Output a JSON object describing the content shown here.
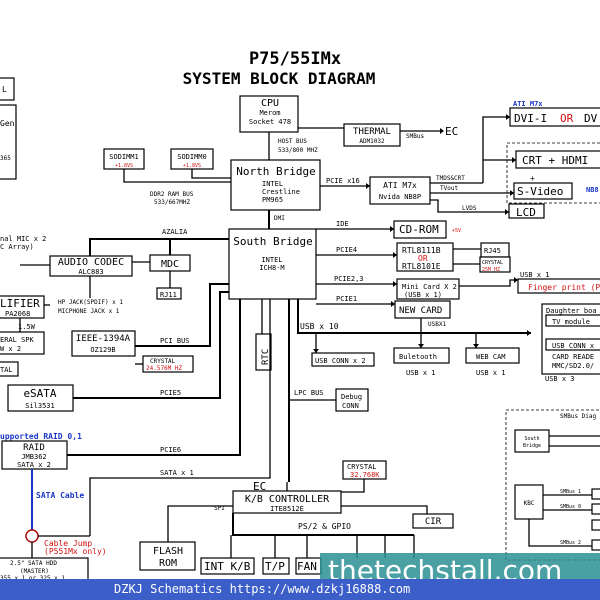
{
  "title": "P75/55IMx",
  "subtitle": "SYSTEM BLOCK DIAGRAM",
  "cpu": {
    "name": "CPU",
    "model": "Merom",
    "socket": "Socket 478"
  },
  "host_bus": {
    "label": "HOST BUS",
    "speed": "533/800 MHZ"
  },
  "thermal": {
    "name": "THERMAL",
    "part": "ADM1032",
    "bus": "SMBus",
    "target": "EC"
  },
  "sodimm1": {
    "name": "SODIMM1",
    "voltage": "+1.8VS"
  },
  "sodimm0": {
    "name": "SODIMM0",
    "voltage": "+1.8VS"
  },
  "ddr": {
    "label": "DDR2 RAM BUS",
    "speed": "533/667MHZ"
  },
  "north_bridge": {
    "name": "North Bridge",
    "vendor": "INTEL",
    "series": "Crestline",
    "part": "PM965"
  },
  "dmi": "DMI",
  "pcie_x16": "PCIE x16",
  "gpu": {
    "name": "ATI M7x",
    "part": "Nvida NB8P"
  },
  "tmds": {
    "line1": "TMDS&CRT",
    "line2": "TVout"
  },
  "lvds": "LVDS",
  "ati_label": "ATI M7x",
  "dvi": {
    "a": "DVI-I",
    "or": "OR",
    "b": "DV"
  },
  "crt": "CRT + HDMI",
  "svideo_plus": "+",
  "svideo": "S-Video",
  "nb8_label": "NB8",
  "lcd": "LCD",
  "ide": "IDE",
  "cdrom": {
    "name": "CD-ROM",
    "voltage": "+5V"
  },
  "pcie4": "PCIE4",
  "lan": {
    "a": "RTL8111B",
    "or": "OR",
    "b": "RTL8101E"
  },
  "rj45": "RJ45",
  "crystal_25m": {
    "name": "CRYSTAL",
    "freq": "25M HZ"
  },
  "pcie23": "PCIE2,3",
  "minicard": {
    "name": "Mini Card X 2",
    "sub": "(USB x 1)"
  },
  "pcie1": "PCIE1",
  "new_card": "NEW CARD",
  "usbx1_a": "USBX1",
  "usb_x1_top": "USB x 1",
  "fingerprint": "Finger print (P",
  "daughter": {
    "name": "Daughter boa",
    "tv": "TV module",
    "usb_conn": "USB CONN x",
    "reader": "CARD READE",
    "mmc": "MMC/SD2.0/"
  },
  "usb_x3": "USB x 3",
  "usb_x10": "USB x 10",
  "usb_conn_x2": "USB CONN x 2",
  "bluetooth": {
    "name": "Buletooth",
    "usb": "USB x 1"
  },
  "webcam": {
    "name": "WEB CAM",
    "usb": "USB x 1"
  },
  "azalia": "AZALIA",
  "audio": {
    "name": "AUDIO CODEC",
    "part": "ALC883",
    "hp": "HP JACK(SPDIF) x 1",
    "mic": "MICPHONE JACK x 1"
  },
  "mdc": "MDC",
  "rj11": "RJ11",
  "mic_array": {
    "line1": "nal MIC x 2",
    "line2": "C Array)"
  },
  "amplifier": {
    "name": "LIFIER",
    "part": "PA2068",
    "watt": "1.5W",
    "spk": "ERAL SPK",
    "watt2": "W x 2"
  },
  "south_bridge": {
    "name": "South Bridge",
    "vendor": "INTEL",
    "part": "ICH8-M"
  },
  "ieee": {
    "name": "IEEE-1394A",
    "part": "OZ129B"
  },
  "pci_bus": "PCI BUS",
  "crystal_24": {
    "name": "CRYSTAL",
    "freq": "24.576M HZ"
  },
  "tal": "TAL",
  "rtc": "RTC",
  "esata": {
    "name": "eSATA",
    "part": "Sil3531"
  },
  "pcie5": "PCIE5",
  "raid": {
    "supported": "upported RAID 0,1",
    "name": "RAID",
    "part": "JMB362",
    "sata": "SATA x 2"
  },
  "sata_cable": "SATA Cable",
  "pcie6": "PCIE6",
  "sata_x1": "SATA x 1",
  "cable_jump": {
    "line1": "Cable Jump",
    "line2": "(P551Mx only)"
  },
  "hdd": {
    "line1": "2.5\" SATA HDD",
    "line2": "(MASTER)",
    "line3": "355 x 1 or 325 x 1"
  },
  "lpc_bus": "LPC BUS",
  "debug": {
    "line1": "Debug",
    "line2": "CONN"
  },
  "crystal_32": {
    "name": "CRYSTAL",
    "freq": "32.768K"
  },
  "ec": {
    "name": "EC",
    "title": "K/B CONTROLLER",
    "part": "ITE8512E",
    "spi": "SPI"
  },
  "ps2": "PS/2 & GPIO",
  "cir": "CIR",
  "flash": {
    "line1": "FLASH",
    "line2": "ROM"
  },
  "int_kb": "INT K/B",
  "tp": "T/P",
  "fan": "FAN",
  "smbus_diag": {
    "title": "SMBus Diag",
    "south": "South",
    "bridge": "Bridge",
    "kbc": "KBC",
    "smbus1": "SMBus 1",
    "smbus0": "SMBus 0",
    "smbus2": "SMBus 2"
  },
  "left_edge": {
    "l1": "L",
    "l2": "Gen",
    "l3": "365"
  },
  "footer": "DZKJ Schematics https://www.dzkj16888.com",
  "watermark": "thetechstall.com"
}
